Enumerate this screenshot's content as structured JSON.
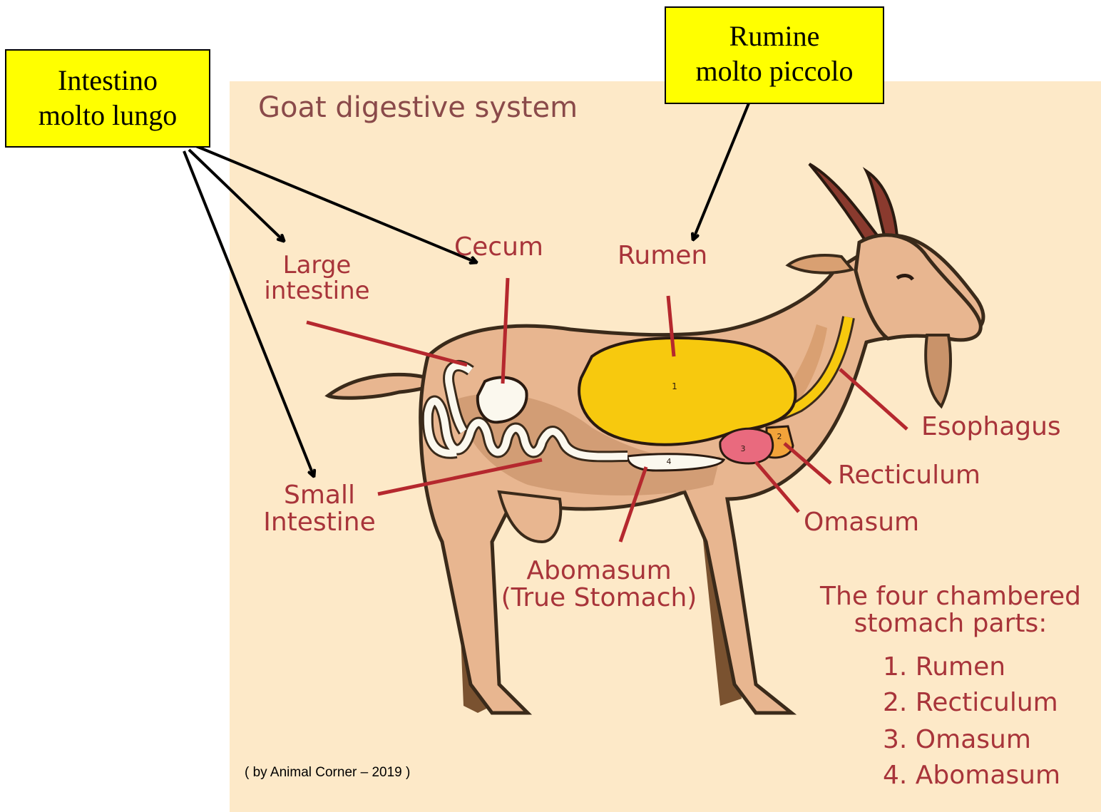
{
  "title": "Goat digestive system",
  "callouts": {
    "intestine": [
      "Intestino",
      "molto lungo"
    ],
    "rumen": [
      "Rumine",
      "molto piccolo"
    ]
  },
  "labels": {
    "large_intestine": [
      "Large",
      "intestine"
    ],
    "cecum": "Cecum",
    "rumen": "Rumen",
    "esophagus": "Esophagus",
    "recticulum": "Recticulum",
    "omasum": "Omasum",
    "small_intestine": [
      "Small",
      "Intestine"
    ],
    "abomasum": [
      "Abomasum",
      "(True Stomach)"
    ]
  },
  "chamber_numbers": [
    "1",
    "2",
    "3",
    "4"
  ],
  "legend": {
    "heading": [
      "The four chambered",
      "stomach parts:"
    ],
    "items": [
      "1. Rumen",
      "2. Recticulum",
      "3. Omasum",
      "4. Abomasum"
    ]
  },
  "credit": "( by Animal Corner – 2019 )",
  "colors": {
    "background": "#fde9c8",
    "label_text": "#a8343a",
    "pointer_line": "#b5282e",
    "rumen": "#f7c90e",
    "omasum": "#e96a7e",
    "reticulum": "#f2a33a",
    "intestine": "#fbf8ee",
    "goat_body": "#e8b690",
    "callout_fill": "#ffff00"
  }
}
